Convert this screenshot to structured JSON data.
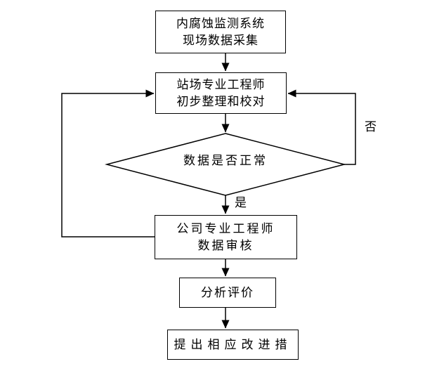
{
  "flowchart": {
    "style": {
      "stroke_color": "#000000",
      "fill_color": "#ffffff",
      "text_color": "#000000",
      "background": "#ffffff"
    },
    "nodes": [
      {
        "id": "field-data-collection",
        "type": "process",
        "text": "内腐蚀监测系统\n现场数据采集"
      },
      {
        "id": "station-engineer-check",
        "type": "process",
        "text": "站场专业工程师\n初步整理和校对"
      },
      {
        "id": "data-normal-decision",
        "type": "decision",
        "text": "数据是否正常"
      },
      {
        "id": "company-engineer-review",
        "type": "process",
        "text": "公司专业工程师\n数据审核"
      },
      {
        "id": "analysis-evaluation",
        "type": "process",
        "text": "分析评价"
      },
      {
        "id": "improvement-measures",
        "type": "process",
        "text": "提出相应改进措"
      }
    ],
    "edge_labels": {
      "yes": "是",
      "no": "否"
    },
    "edges": [
      {
        "from": "field-data-collection",
        "to": "station-engineer-check"
      },
      {
        "from": "station-engineer-check",
        "to": "data-normal-decision"
      },
      {
        "from": "data-normal-decision",
        "to": "company-engineer-review",
        "label": "是"
      },
      {
        "from": "data-normal-decision",
        "to": "station-engineer-check",
        "label": "否"
      },
      {
        "from": "company-engineer-review",
        "to": "station-engineer-check"
      },
      {
        "from": "company-engineer-review",
        "to": "analysis-evaluation"
      },
      {
        "from": "analysis-evaluation",
        "to": "improvement-measures"
      }
    ]
  }
}
